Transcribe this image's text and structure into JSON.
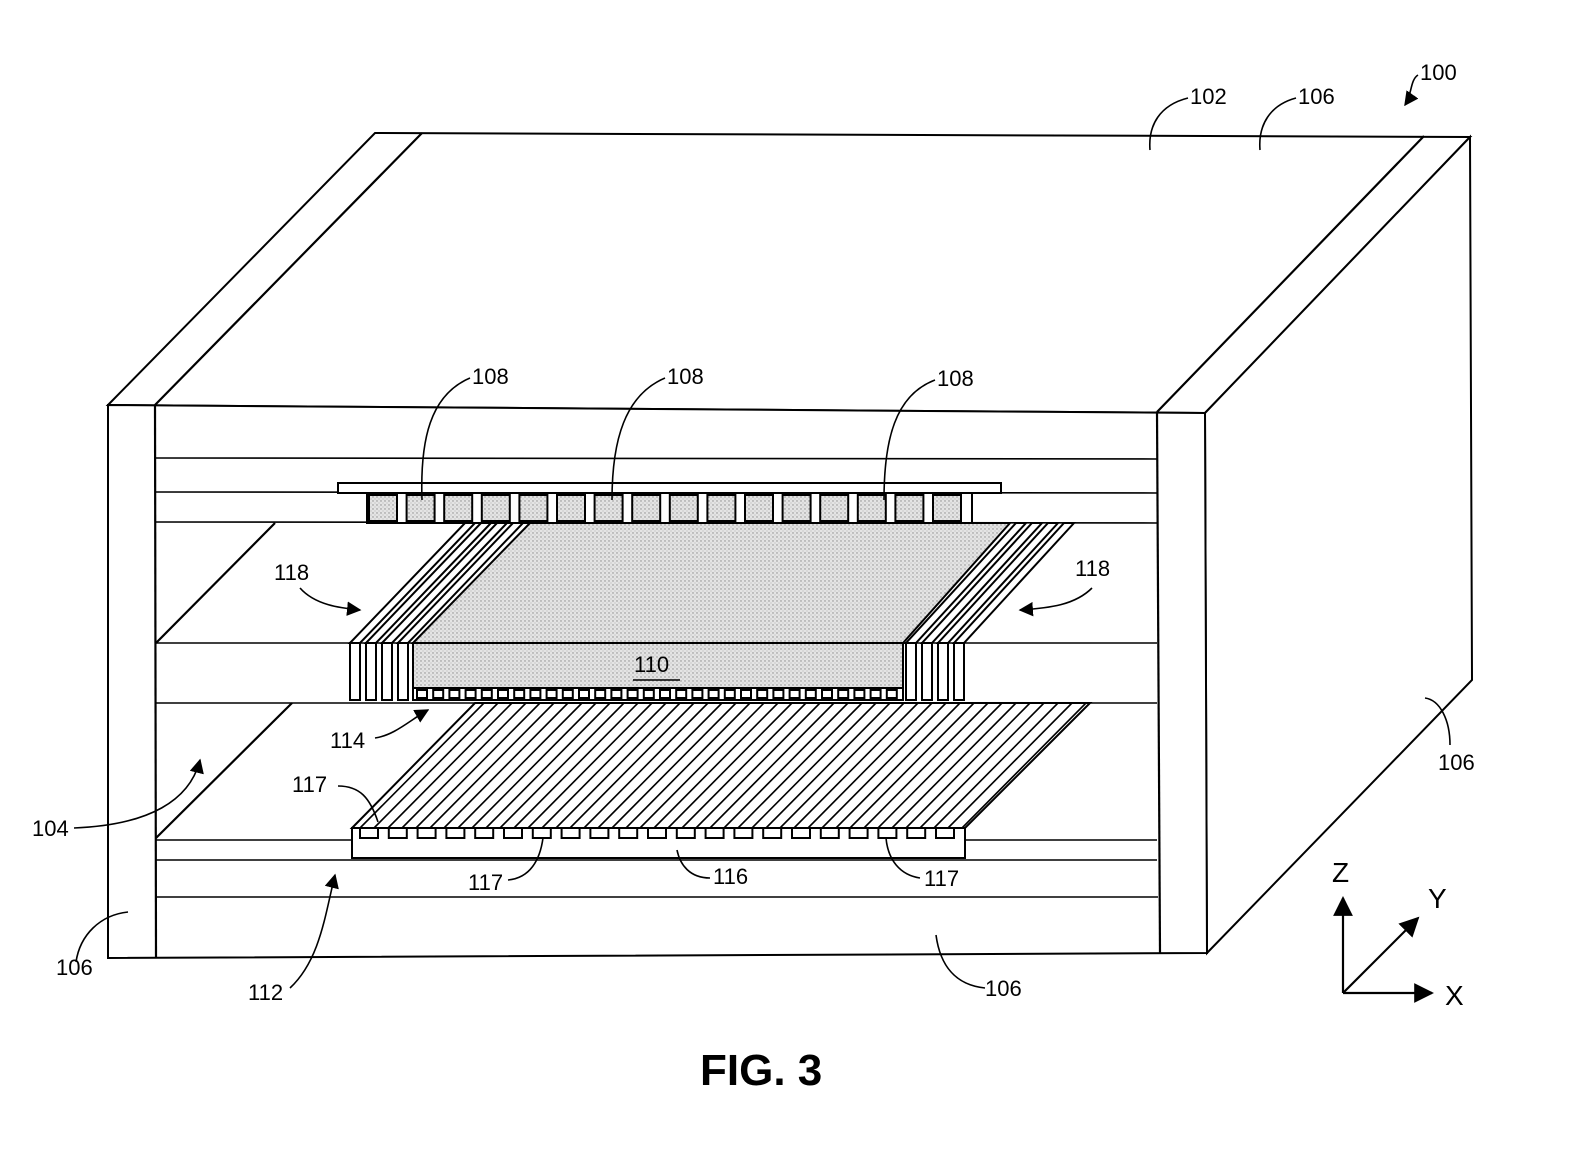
{
  "figure": {
    "caption": "FIG. 3",
    "reference_numerals": {
      "device": "100",
      "top_layer": "102",
      "cavity_arrow": "104",
      "side_layer_top_a": "106",
      "side_layer_right": "106",
      "side_layer_left": "106",
      "side_layer_bottom": "106",
      "ground_plane_a": "108",
      "ground_plane_b": "108",
      "ground_plane_c": "108",
      "central_block": "110",
      "lower_region": "112",
      "upper_region": "114",
      "bottom_strip": "116",
      "pad_upper_left": "117",
      "pad_lower_left": "117",
      "pad_lower_right": "117",
      "side_arrow_left": "118",
      "side_arrow_right": "118"
    },
    "axes": {
      "z": "Z",
      "y": "Y",
      "x": "X"
    }
  }
}
